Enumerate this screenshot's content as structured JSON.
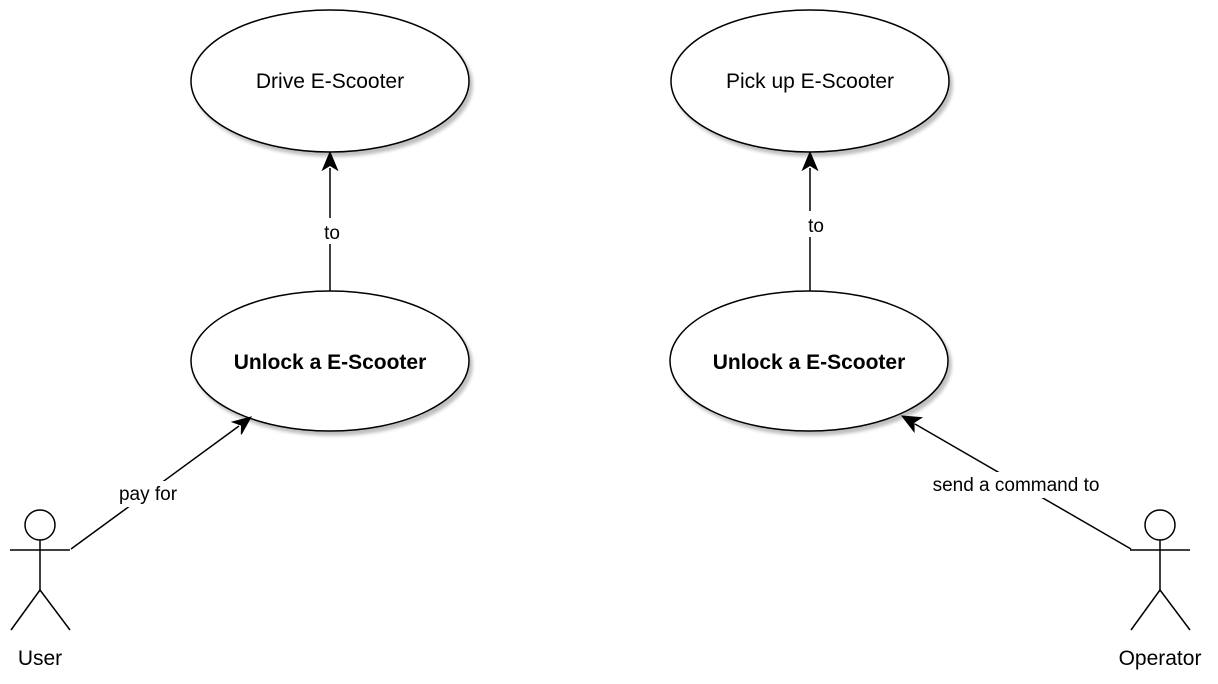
{
  "use_cases": {
    "drive": "Drive E-Scooter",
    "pickup": "Pick up E-Scooter",
    "unlock_left": "Unlock a E-Scooter",
    "unlock_right": "Unlock a E-Scooter"
  },
  "actors": {
    "user": "User",
    "operator": "Operator"
  },
  "edges": {
    "left_to": "to",
    "right_to": "to",
    "pay_for": "pay for",
    "send_command": "send a command to"
  }
}
